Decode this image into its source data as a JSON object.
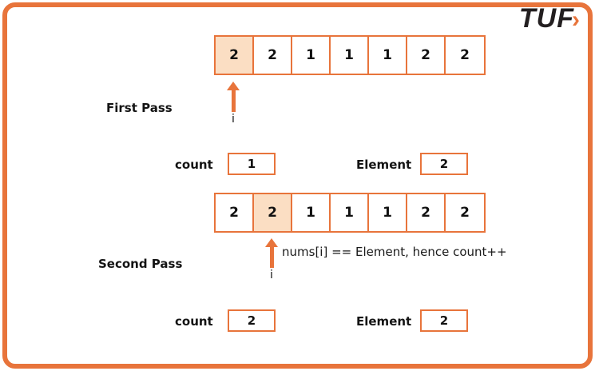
{
  "frame": {
    "border_color": "#E8743B",
    "background": "#ffffff"
  },
  "logo": {
    "name": "TUF",
    "chevron": "›",
    "text_color": "#231f20",
    "accent_color": "#E8743B"
  },
  "colors": {
    "accent": "#E8743B",
    "highlight_fill": "#FBDEC3",
    "text": "#141414"
  },
  "passes": [
    {
      "label": "First Pass",
      "array": [
        "2",
        "2",
        "1",
        "1",
        "1",
        "2",
        "2"
      ],
      "highlight_index": 0,
      "pointer_label": "i",
      "annotation": "",
      "variables": [
        {
          "label": "count",
          "value": "1"
        },
        {
          "label": "Element",
          "value": "2"
        }
      ]
    },
    {
      "label": "Second Pass",
      "array": [
        "2",
        "2",
        "1",
        "1",
        "1",
        "2",
        "2"
      ],
      "highlight_index": 1,
      "pointer_label": "i",
      "annotation": "nums[i] == Element, hence count++",
      "variables": [
        {
          "label": "count",
          "value": "2"
        },
        {
          "label": "Element",
          "value": "2"
        }
      ]
    }
  ]
}
